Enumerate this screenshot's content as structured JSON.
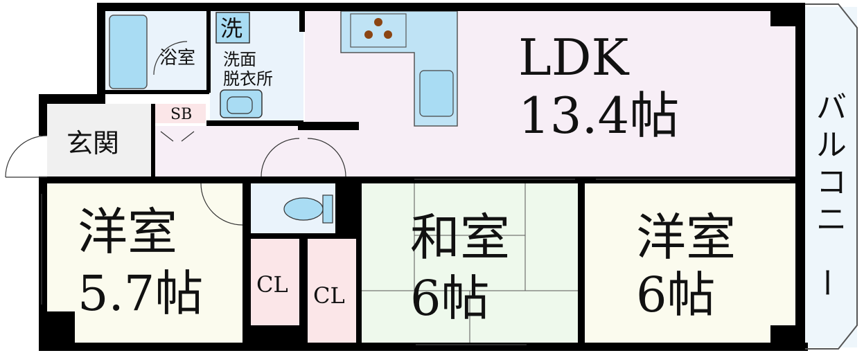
{
  "rooms": {
    "ldk": {
      "name": "LDK",
      "size": "13.4帖"
    },
    "western_left": {
      "name": "洋室",
      "size": "5.7帖"
    },
    "japanese": {
      "name": "和室",
      "size": "6帖"
    },
    "western_right": {
      "name": "洋室",
      "size": "6帖"
    },
    "bathroom": {
      "name": "浴室"
    },
    "washroom": {
      "line1": "洗面",
      "line2": "脱衣所"
    },
    "entrance": {
      "name": "玄関"
    },
    "shoe_box": {
      "name": "SB"
    },
    "closet_left": {
      "name": "CL"
    },
    "closet_right": {
      "name": "CL"
    },
    "balcony": {
      "name": "バルコニー"
    },
    "washer": {
      "name": "洗"
    }
  },
  "colors": {
    "wall": "#000000",
    "ldk": "#f7eef6",
    "western": "#fbfbee",
    "japanese": "#eef9ec",
    "wet_area": "#eaf3fb",
    "fixture": "#a9dcf3",
    "closet": "#fbe6e8",
    "entrance": "#f0f0f0",
    "balcony": "#eef6fb"
  }
}
